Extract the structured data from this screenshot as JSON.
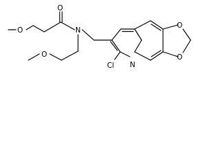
{
  "atoms": {
    "carbonyl_oxygen": "O",
    "ether_oxygen_left": "O",
    "amide_nitrogen": "N",
    "ether_oxygen_bottom": "O",
    "chlorine": "Cl",
    "ring_nitrogen": "N",
    "dioxole_oxygen_top": "O",
    "dioxole_oxygen_bottom": "O"
  }
}
